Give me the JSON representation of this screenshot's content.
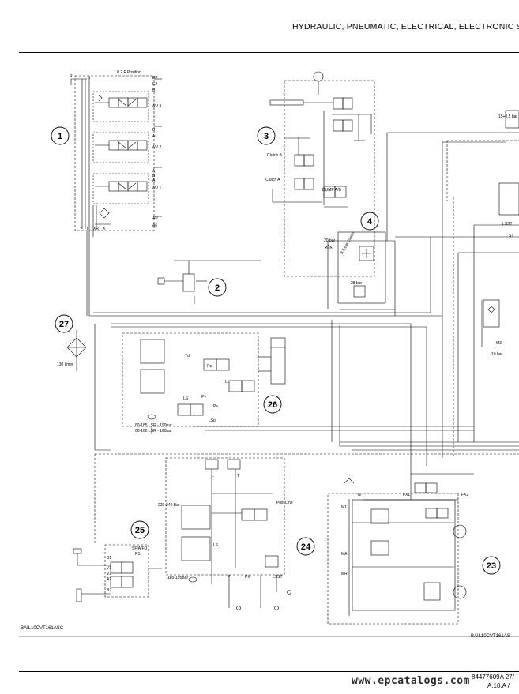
{
  "header": {
    "title": "HYDRAULIC, PNEUMATIC, ELECTRICAL, ELECTRONIC S"
  },
  "callouts": [
    "1",
    "2",
    "3",
    "4",
    "23",
    "24",
    "25",
    "26",
    "27"
  ],
  "valve_block_1": {
    "positions": "1   0   2   F   Position",
    "ports": [
      "EP",
      "E2",
      "B",
      "B",
      "A",
      "A",
      "B",
      "A",
      "AP",
      "A6"
    ],
    "valves": [
      "WV 3",
      "WV 2",
      "WV 1"
    ],
    "bottom_ports": [
      "Y",
      "T",
      "XR",
      "X"
    ],
    "corner_ports": [
      "R",
      "S"
    ]
  },
  "clutch_block_3": {
    "labels": [
      "Clutch B",
      "Clutch A",
      "DUMP A/B"
    ]
  },
  "block_4": {
    "labels": [
      "20 bar",
      "28 bar",
      "8.5 bar\nClutch"
    ]
  },
  "right_edge": {
    "labels": [
      "15+0.5 bar",
      "LSST",
      "ST",
      "M3",
      "10 bar"
    ]
  },
  "block_27": {
    "label": "130 l/min"
  },
  "block_25": {
    "labels": [
      "Td",
      "Rc",
      "Lc",
      "Pv",
      "LS",
      "Ps",
      "LSp"
    ],
    "pressures": [
      "60-185 LSR - 190bar",
      "60-160 LSR - 190bar"
    ]
  },
  "block_24": {
    "labels": [
      "220-240 Bar",
      "Pilot Line",
      "185-195Bar",
      "LSST"
    ],
    "ports": [
      "L",
      "P",
      "T",
      "PX",
      "LS"
    ]
  },
  "block_26": {
    "labels": [
      "SF/A/FO",
      "R1",
      "B1",
      "V1",
      "V2",
      "A2",
      "B2"
    ]
  },
  "block_23": {
    "labels": [
      "G",
      "M1",
      "MA",
      "MR",
      "FX1",
      "FX2"
    ]
  },
  "footer": {
    "ref_left": "BAIL10CVT161ASC",
    "ref_right": "BAIL10CVT161AS",
    "doc_code": "84477609A 27/",
    "page": "A.10.A /"
  },
  "watermark": "www.epcatalogs.com"
}
